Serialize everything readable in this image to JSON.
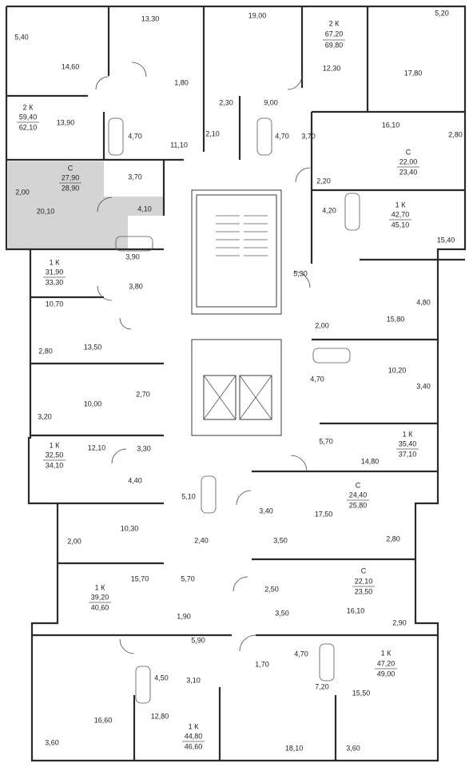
{
  "plan": {
    "highlight_color": "#d4d4d4",
    "wall_color": "#2a2a2a",
    "rooms": [
      "5,40",
      "14,60",
      "13,30",
      "19,00",
      "12,30",
      "17,80",
      "5,20",
      "1,80",
      "2,30",
      "9,00",
      "13,90",
      "4,70",
      "11,10",
      "2,10",
      "4,70",
      "3,70",
      "16,10",
      "2,80",
      "3,70",
      "2,00",
      "20,10",
      "4,10",
      "2,20",
      "4,20",
      "15,40",
      "3,90",
      "3,80",
      "5,30",
      "10,70",
      "4,80",
      "2,00",
      "15,80",
      "13,50",
      "2,80",
      "10,20",
      "2,70",
      "4,70",
      "3,40",
      "10,00",
      "3,20",
      "5,70",
      "12,10",
      "3,30",
      "14,80",
      "4,40",
      "5,10",
      "17,50",
      "3,40",
      "10,30",
      "2,40",
      "2,00",
      "3,50",
      "2,80",
      "15,70",
      "5,70",
      "2,50",
      "3,50",
      "16,10",
      "1,90",
      "2,90",
      "5,90",
      "1,70",
      "4,70",
      "4,50",
      "3,10",
      "7,20",
      "15,50",
      "16,60",
      "12,80",
      "3,60",
      "18,10",
      "3,60"
    ],
    "apartments": [
      {
        "type": "2 К",
        "living": "67,20",
        "total": "69,80"
      },
      {
        "type": "2 К",
        "living": "59,40",
        "total": "62,10"
      },
      {
        "type": "С",
        "living": "27,90",
        "total": "28,90"
      },
      {
        "type": "С",
        "living": "22,00",
        "total": "23,40"
      },
      {
        "type": "1 К",
        "living": "42,70",
        "total": "45,10"
      },
      {
        "type": "1 К",
        "living": "31,90",
        "total": "33,30"
      },
      {
        "type": "1 К",
        "living": "35,40",
        "total": "37,10"
      },
      {
        "type": "1 К",
        "living": "32,50",
        "total": "34,10"
      },
      {
        "type": "С",
        "living": "24,40",
        "total": "25,80"
      },
      {
        "type": "С",
        "living": "22,10",
        "total": "23,50"
      },
      {
        "type": "1 К",
        "living": "39,20",
        "total": "40,60"
      },
      {
        "type": "1 К",
        "living": "47,20",
        "total": "49,00"
      },
      {
        "type": "1 К",
        "living": "44,80",
        "total": "46,60"
      }
    ]
  }
}
